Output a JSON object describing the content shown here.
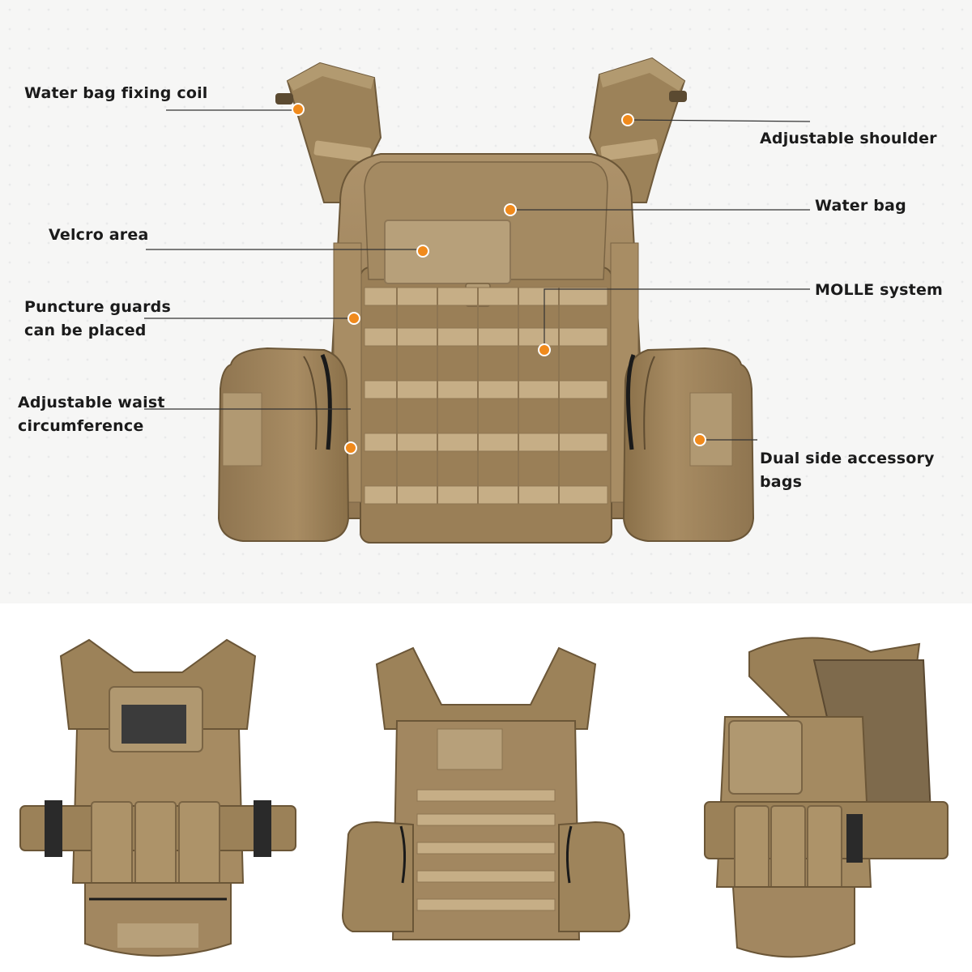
{
  "labels": {
    "water_bag_fixing_coil": "Water bag fixing coil",
    "adjustable_shoulder": "Adjustable shoulder",
    "water_bag": "Water bag",
    "velcro_area": "Velcro area",
    "molle_system": "MOLLE system",
    "puncture_guards": "Puncture guards\ncan be placed",
    "adjustable_waist": "Adjustable waist\ncircumference",
    "dual_side_bags": "Dual side accessory bags"
  },
  "colors": {
    "fabric": "#a1865c",
    "fabric_dark": "#7b6543",
    "fabric_light": "#bca47a",
    "webbing": "#c8b088",
    "marker": "#f08a1c",
    "leader_line": "#333333",
    "zipper": "#1a1a1a"
  },
  "photos": {
    "main": "front view of tactical plate carrier vest with callouts",
    "left": "front view with triple magazine pouches and admin pouch",
    "center": "front view with dual side accessory bags",
    "right": "three-quarter view with pouches and mesh lining"
  }
}
